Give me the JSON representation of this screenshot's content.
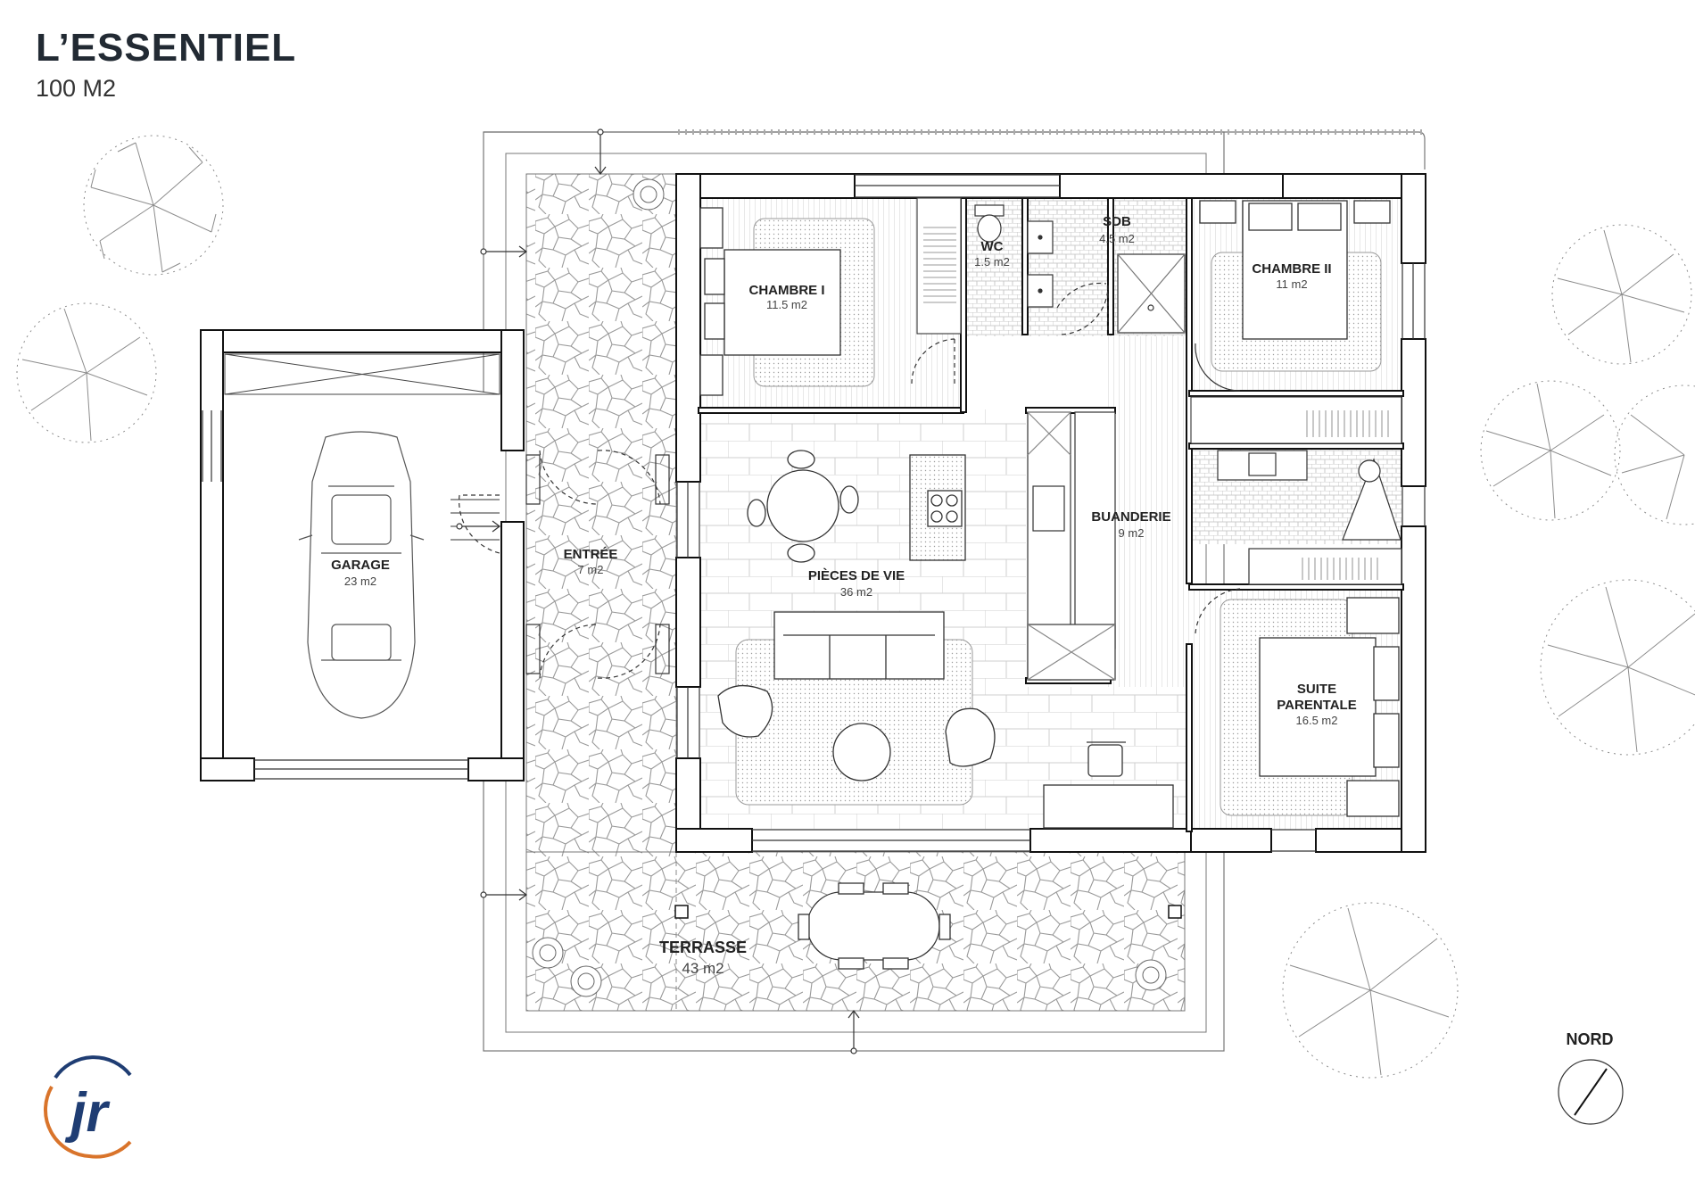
{
  "header": {
    "title": "L’ESSENTIEL",
    "subtitle": "100 M2"
  },
  "rooms": {
    "chambre1": {
      "name": "CHAMBRE I",
      "area": "11.5 m2"
    },
    "wc": {
      "name": "WC",
      "area": "1.5 m2"
    },
    "sdb": {
      "name": "SDB",
      "area": "4.5 m2"
    },
    "chambre2": {
      "name": "CHAMBRE II",
      "area": "11 m2"
    },
    "garage": {
      "name": "GARAGE",
      "area": "23 m2"
    },
    "entree": {
      "name": "ENTRÉE",
      "area": "7 m2"
    },
    "pieces": {
      "name": "PIÈCES DE VIE",
      "area": "36 m2"
    },
    "buanderie": {
      "name": "BUANDERIE",
      "area": "9 m2"
    },
    "suite": {
      "name_line1": "SUITE",
      "name_line2": "PARENTALE",
      "area": "16.5 m2"
    },
    "terrasse": {
      "name": "TERRASSE",
      "area": "43 m2"
    }
  },
  "compass": {
    "label": "NORD"
  },
  "logo": {
    "text": "jr",
    "colors": {
      "primary": "#1f3d73",
      "accent": "#d9742b"
    }
  },
  "colors": {
    "wall": "#111111",
    "line": "#555555",
    "paving": "#9a9a9a",
    "tree": "#8c8c8c"
  }
}
